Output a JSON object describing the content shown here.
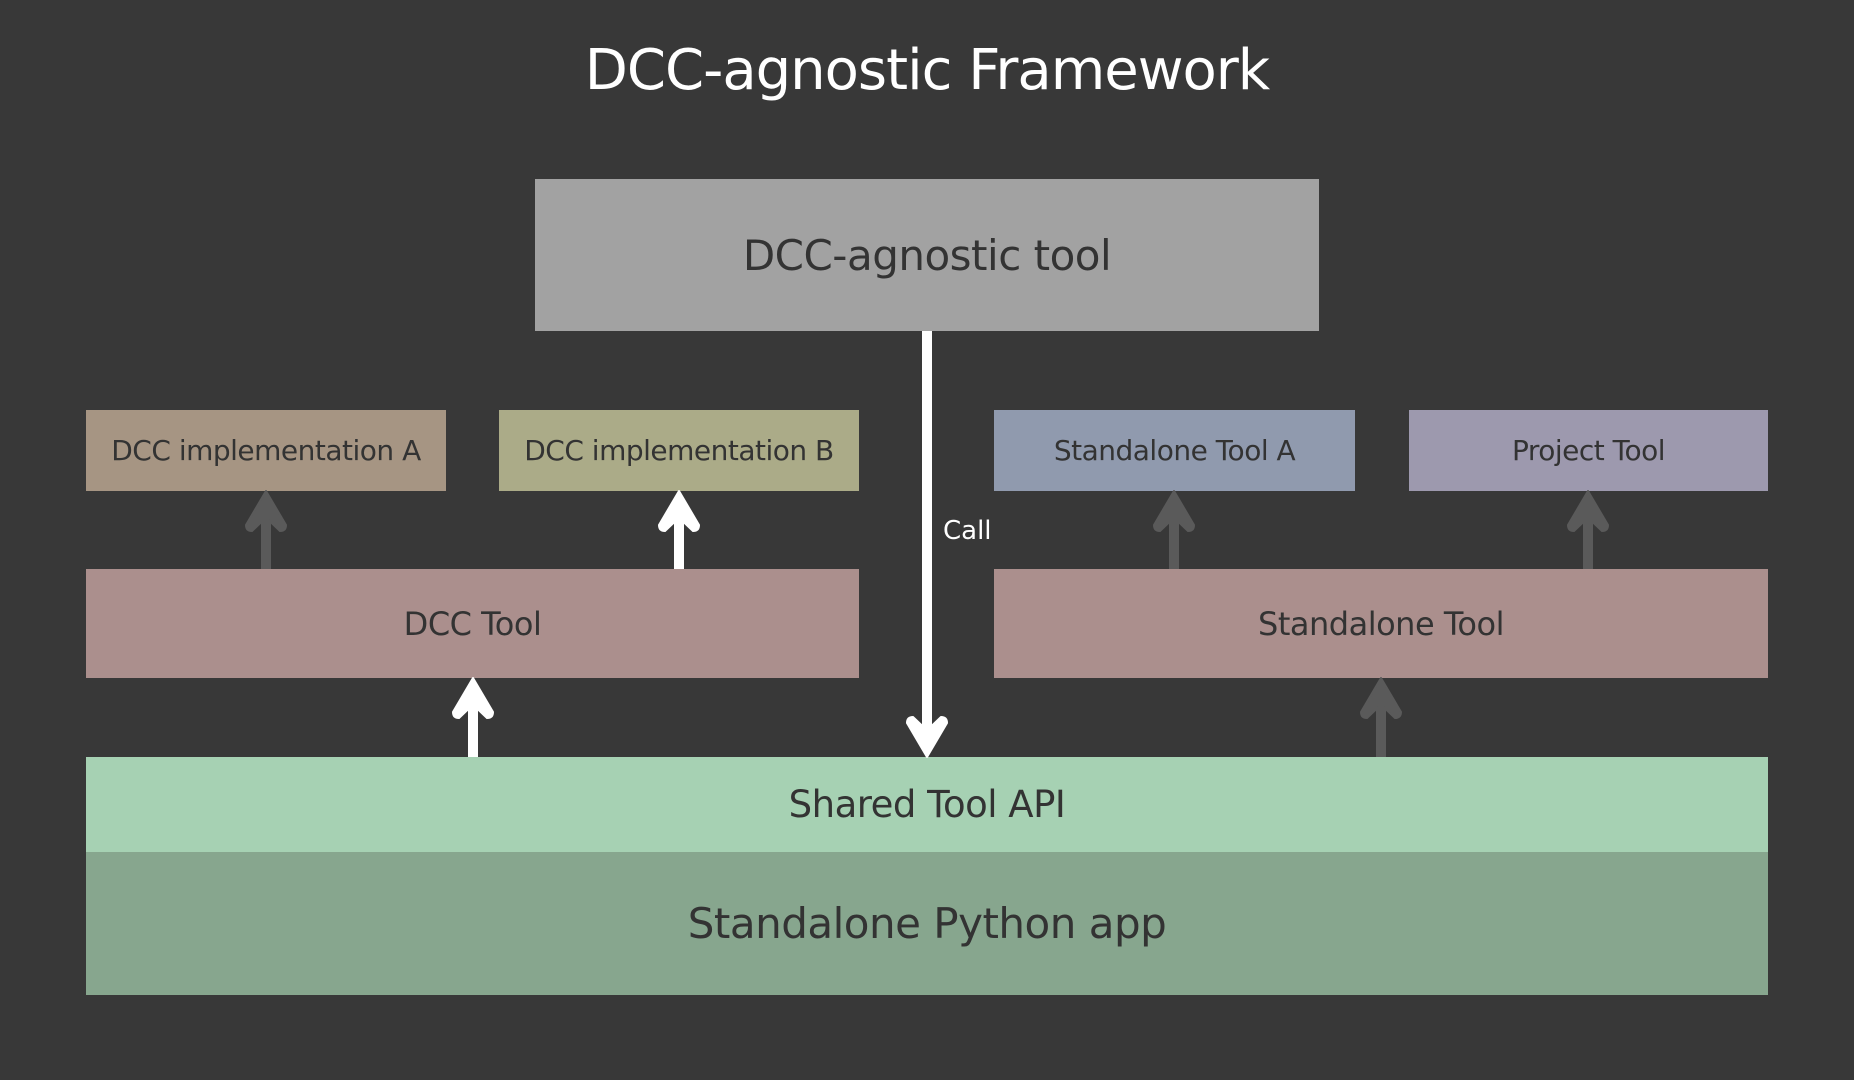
{
  "title": "DCC-agnostic Framework",
  "colors": {
    "background": "#383838",
    "agnostic_tool": "#a2a2a2",
    "dcc_impl_a": "#a69583",
    "dcc_impl_b": "#abab88",
    "standalone_tool_a": "#909aae",
    "project_tool": "#9d99ae",
    "tool_layer": "#ab8f8d",
    "shared_api": "#a6d1b3",
    "python_app": "#87a68e",
    "arrow_active": "#ffffff",
    "arrow_inactive": "#5a5a5a"
  },
  "nodes": {
    "agnostic_tool": "DCC-agnostic tool",
    "dcc_impl_a": "DCC implementation A",
    "dcc_impl_b": "DCC implementation B",
    "standalone_tool_a": "Standalone Tool A",
    "project_tool": "Project Tool",
    "dcc_tool": "DCC Tool",
    "standalone_tool": "Standalone Tool",
    "shared_api": "Shared Tool API",
    "python_app": "Standalone Python app"
  },
  "edges": [
    {
      "from": "dcc_tool",
      "to": "dcc_impl_a",
      "style": "inactive"
    },
    {
      "from": "dcc_tool",
      "to": "dcc_impl_b",
      "style": "active"
    },
    {
      "from": "standalone_tool",
      "to": "standalone_tool_a",
      "style": "inactive"
    },
    {
      "from": "standalone_tool",
      "to": "project_tool",
      "style": "inactive"
    },
    {
      "from": "shared_api",
      "to": "dcc_tool",
      "style": "active"
    },
    {
      "from": "shared_api",
      "to": "standalone_tool",
      "style": "inactive"
    },
    {
      "from": "agnostic_tool",
      "to": "shared_api",
      "style": "active",
      "label": "Call"
    }
  ]
}
